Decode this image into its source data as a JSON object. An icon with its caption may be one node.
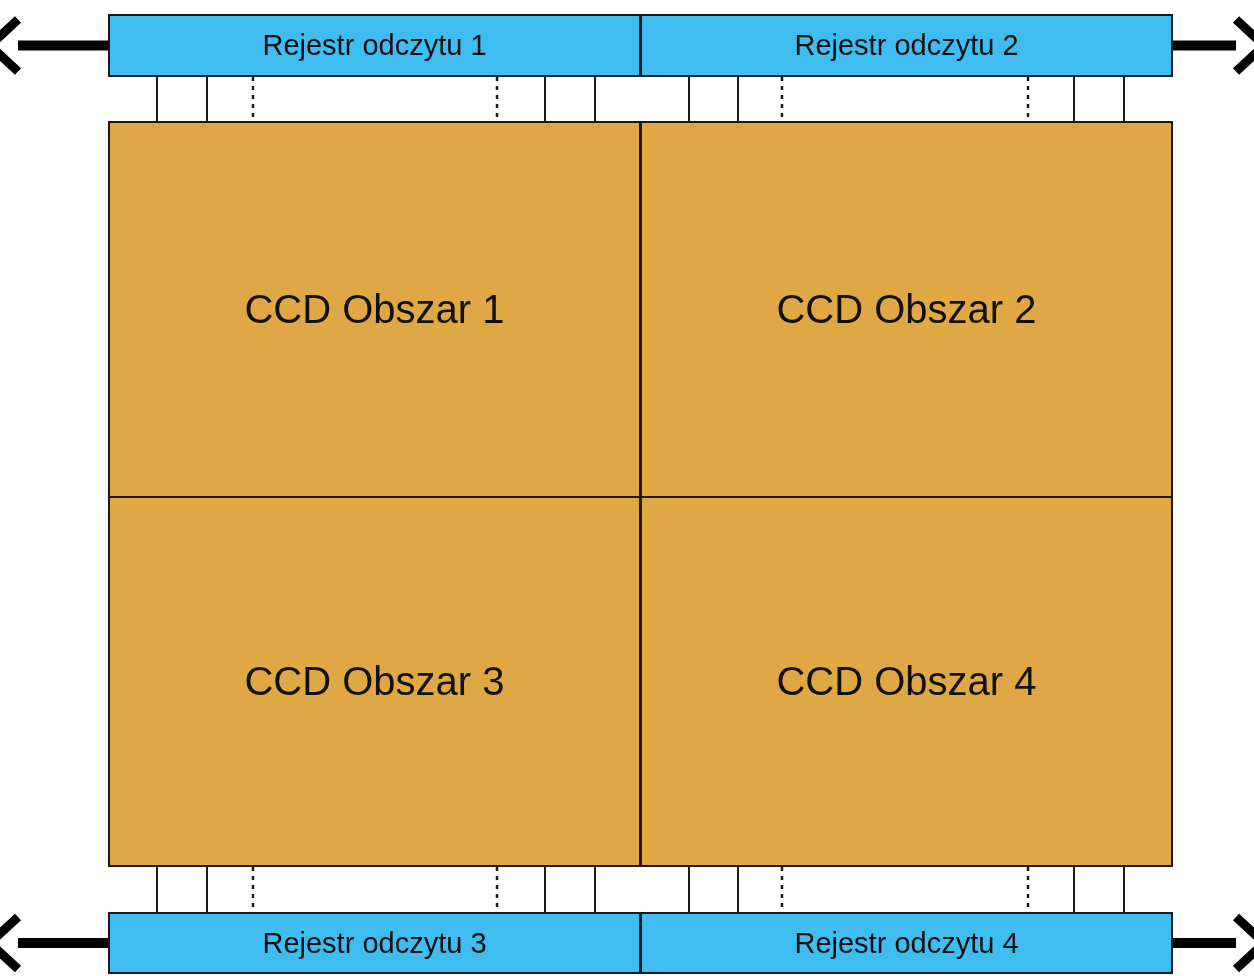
{
  "diagram": {
    "nodes": [
      {
        "text": [
          "Rejestr odczytu 1"
        ]
      },
      {
        "text": [
          "Rejestr odczytu 2"
        ]
      },
      {
        "text": [
          "CCD Obszar 1"
        ]
      },
      {
        "text": [
          "CCD Obszar 2"
        ]
      },
      {
        "text": [
          "CCD Obszar 3"
        ]
      },
      {
        "text": [
          "CCD Obszar 4"
        ]
      },
      {
        "text": [
          "Rejestr odczytu 3"
        ]
      },
      {
        "text": [
          "Rejestr odczytu 4"
        ]
      }
    ],
    "edges": [
      {
        "from": 0,
        "to": null,
        "arrow": "to"
      },
      {
        "from": 1,
        "to": null,
        "arrow": "to"
      },
      {
        "from": 6,
        "to": null,
        "arrow": "to"
      },
      {
        "from": 7,
        "to": null,
        "arrow": "to"
      }
    ]
  }
}
